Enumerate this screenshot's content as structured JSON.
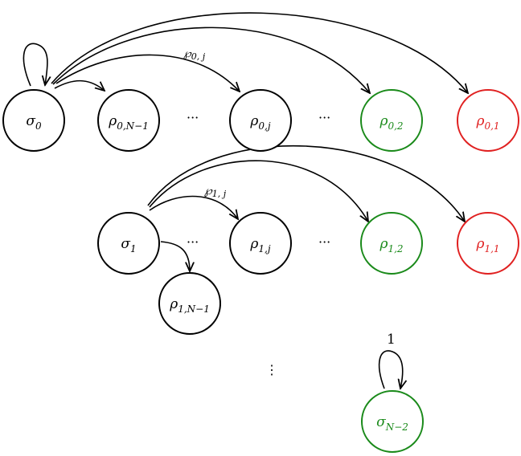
{
  "colors": {
    "default": "#000000",
    "green": "#1a8a1a",
    "red": "#e02020"
  },
  "nodes": [
    {
      "id": "sigma0",
      "base": "σ",
      "sub": "0",
      "color": "default"
    },
    {
      "id": "rho0N1",
      "base": "ρ",
      "sub": "0,N−1",
      "color": "default"
    },
    {
      "id": "rho0j",
      "base": "ρ",
      "sub": "0,j",
      "color": "default"
    },
    {
      "id": "rho02",
      "base": "ρ",
      "sub": "0,2",
      "color": "green"
    },
    {
      "id": "rho01",
      "base": "ρ",
      "sub": "0,1",
      "color": "red"
    },
    {
      "id": "sigma1",
      "base": "σ",
      "sub": "1",
      "color": "default"
    },
    {
      "id": "rho1j",
      "base": "ρ",
      "sub": "1,j",
      "color": "default"
    },
    {
      "id": "rho12",
      "base": "ρ",
      "sub": "1,2",
      "color": "green"
    },
    {
      "id": "rho11",
      "base": "ρ",
      "sub": "1,1",
      "color": "red"
    },
    {
      "id": "rho1N1",
      "base": "ρ",
      "sub": "1,N−1",
      "color": "default"
    },
    {
      "id": "sigmaN2",
      "base": "σ",
      "sub": "N−2",
      "color": "green"
    }
  ],
  "dots": {
    "horizontal": "···",
    "vertical": "⋮"
  },
  "edge_labels": {
    "p0j": {
      "base": "℘",
      "sub": "0, j"
    },
    "p1j": {
      "base": "℘",
      "sub": "1, j"
    },
    "loop_sigmaN2": "1"
  }
}
